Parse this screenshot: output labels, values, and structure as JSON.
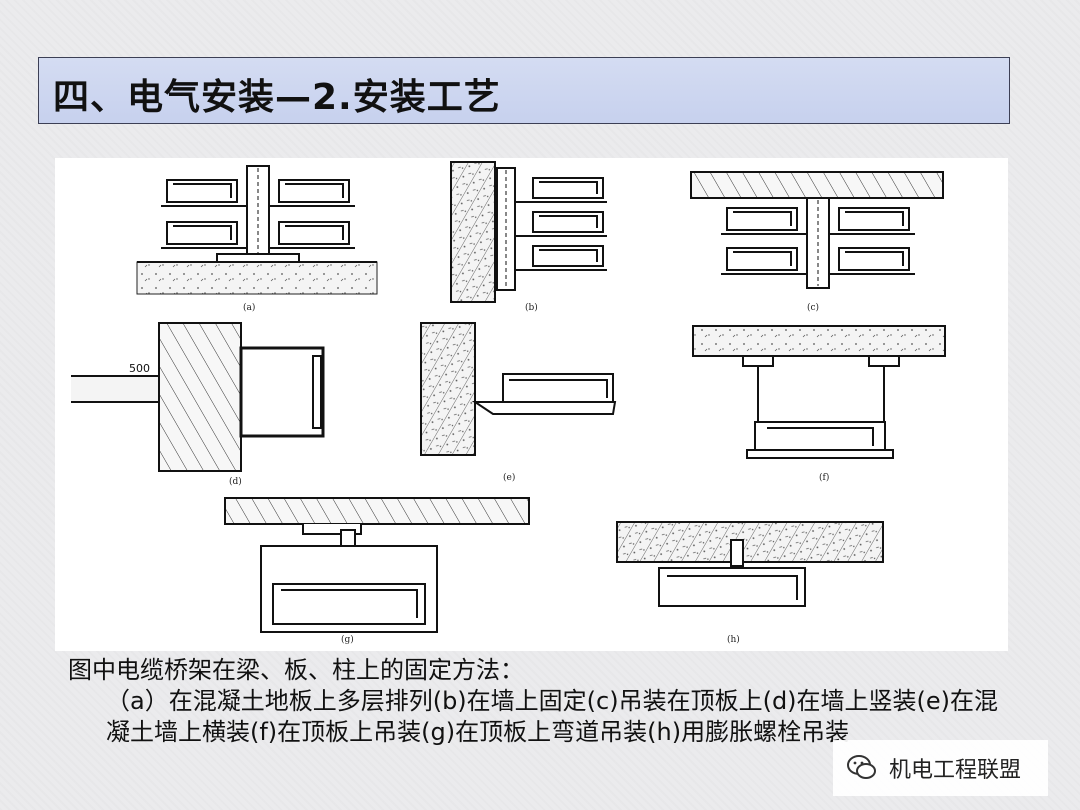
{
  "slide": {
    "title": "四、电气安装—2.安装工艺"
  },
  "figure": {
    "subfigure_labels": [
      "(a)",
      "(b)",
      "(c)",
      "(d)",
      "(e)",
      "(f)",
      "(g)",
      "(h)"
    ],
    "dimension_label": "500"
  },
  "caption": {
    "intro": "图中电缆桥架在梁、板、柱上的固定方法：",
    "text": "（a）在混凝土地板上多层排列(b)在墙上固定(c)吊装在顶板上(d)在墙上竖装(e)在混凝土墙上横装(f)在顶板上吊装(g)在顶板上弯道吊装(h)用膨胀螺栓吊装"
  },
  "watermark": {
    "icon": "wechat-icon",
    "text": "机电工程联盟"
  }
}
